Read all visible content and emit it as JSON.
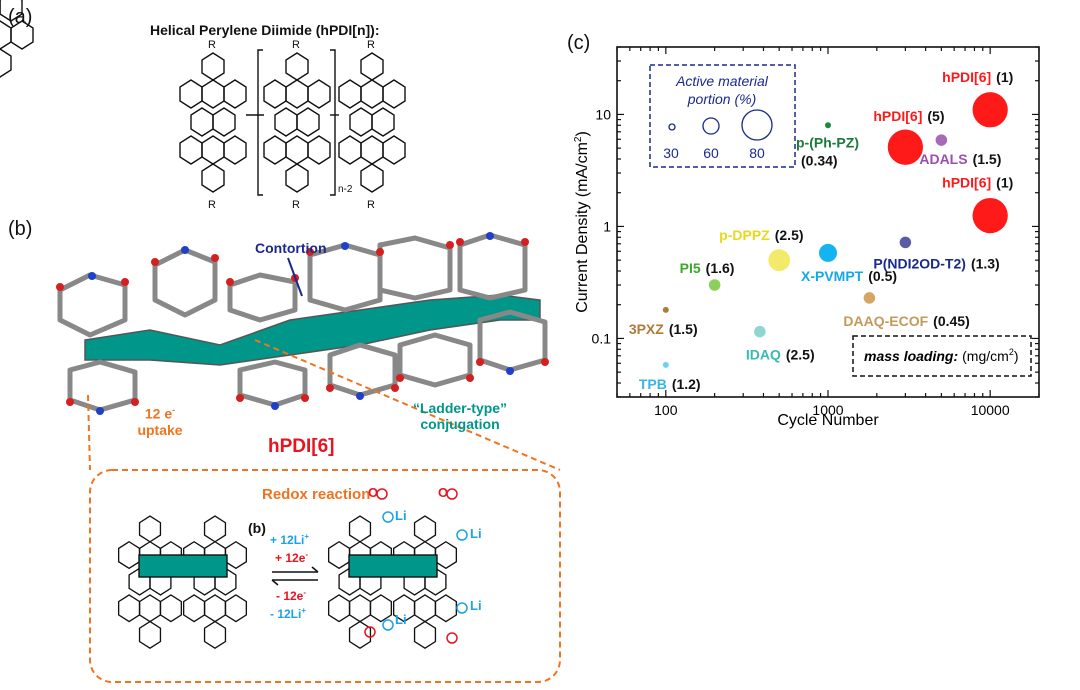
{
  "panel_a": {
    "label": "(a)",
    "title": "Helical Perylene Diimide (hPDI[n]):",
    "substituent": "R",
    "repeat": "n-2"
  },
  "panel_b": {
    "label": "(b)",
    "contortion": "Contortion",
    "uptake_line1": "12 e",
    "uptake_sup": "-",
    "uptake_line2": "uptake",
    "ladder_line1": "“Ladder-type”",
    "ladder_line2": "conjugation",
    "molecule_name": "hPDI[6]",
    "redox_title": "Redox reaction",
    "inner_label": "(b)",
    "fwd1": "+ 12Li",
    "fwd1_sup": "+",
    "fwd2": "+ 12e",
    "fwd2_sup": "-",
    "rev1": "- 12e",
    "rev1_sup": "-",
    "rev2": "- 12Li",
    "rev2_sup": "+",
    "li": "Li",
    "oxygen": "O",
    "colors": {
      "teal": "#00968a",
      "red": "#e8141e",
      "blue": "#1aa3e8",
      "orange": "#f07420",
      "navy": "#1a2a8c",
      "carbon": "#8a8a8a"
    }
  },
  "panel_c": {
    "label": "(c)",
    "legend_title_1": "Active material",
    "legend_title_2": "portion (%)",
    "legend_sizes": [
      "30",
      "60",
      "80"
    ],
    "mass_loading_label": "mass loading:",
    "mass_loading_unit": "(mg/cm",
    "mass_loading_unit_sup": "2",
    "mass_loading_unit_end": ")"
  },
  "chart_data": {
    "type": "scatter",
    "xlabel": "Cycle Number",
    "ylabel_main": "Current Density (mA/cm",
    "ylabel_sup": "2",
    "ylabel_end": ")",
    "x_scale": "log",
    "y_scale": "log",
    "xlim": [
      50,
      20000
    ],
    "ylim": [
      0.03,
      40
    ],
    "x_ticks": [
      100,
      1000,
      10000
    ],
    "x_tick_labels": [
      "100",
      "1000",
      "10000"
    ],
    "y_ticks": [
      0.1,
      1,
      10
    ],
    "y_tick_labels": [
      "0.1",
      "1",
      "10"
    ],
    "grid": false,
    "points": [
      {
        "name": "hPDI[6]",
        "loading": "(1)",
        "x": 10000,
        "y": 11,
        "active_percent": 70,
        "color": "#ff1a1a",
        "name_color": "#ff1a1a"
      },
      {
        "name": "hPDI[6]",
        "loading": "(5)",
        "x": 3000,
        "y": 5.1,
        "active_percent": 70,
        "color": "#ff1a1a",
        "name_color": "#ff1a1a"
      },
      {
        "name": "hPDI[6]",
        "loading": "(1)",
        "x": 10000,
        "y": 1.25,
        "active_percent": 70,
        "color": "#ff1a1a",
        "name_color": "#ff1a1a"
      },
      {
        "name": "ADALS",
        "loading": "(1.5)",
        "x": 5000,
        "y": 5.9,
        "active_percent": 40,
        "color": "#a56bb5",
        "name_color": "#9b4fb0"
      },
      {
        "name": "p-(Ph-PZ)",
        "loading": "(0.34)",
        "x": 1000,
        "y": 8.0,
        "active_percent": 15,
        "color": "#1a8a3a",
        "name_color": "#1a7a3a"
      },
      {
        "name": "p-DPPZ",
        "loading": "(2.5)",
        "x": 500,
        "y": 0.5,
        "active_percent": 55,
        "color": "#f3ea6a",
        "name_color": "#e8d820"
      },
      {
        "name": "PI5",
        "loading": "(1.6)",
        "x": 200,
        "y": 0.3,
        "active_percent": 40,
        "color": "#8ccf5c",
        "name_color": "#3aa82a"
      },
      {
        "name": "X-PVMPT",
        "loading": "(0.5)",
        "x": 1000,
        "y": 0.58,
        "active_percent": 50,
        "color": "#14b4f0",
        "name_color": "#14a8e8"
      },
      {
        "name": "P(NDI2OD-T2)",
        "loading": "(1.3)",
        "x": 3000,
        "y": 0.72,
        "active_percent": 40,
        "color": "#5a5aa8",
        "name_color": "#1a2a8c"
      },
      {
        "name": "DAAQ-ECOF",
        "loading": "(0.45)",
        "x": 1800,
        "y": 0.23,
        "active_percent": 40,
        "color": "#d4a564",
        "name_color": "#c49a5a"
      },
      {
        "name": "3PXZ",
        "loading": "(1.5)",
        "x": 100,
        "y": 0.18,
        "active_percent": 15,
        "color": "#b07a3a",
        "name_color": "#b07a3a"
      },
      {
        "name": "IDAQ",
        "loading": "(2.5)",
        "x": 380,
        "y": 0.115,
        "active_percent": 40,
        "color": "#8ed6cf",
        "name_color": "#3abab0"
      },
      {
        "name": "TPB",
        "loading": "(1.2)",
        "x": 100,
        "y": 0.058,
        "active_percent": 20,
        "color": "#6fd0f0",
        "name_color": "#3ab4e8"
      }
    ]
  }
}
